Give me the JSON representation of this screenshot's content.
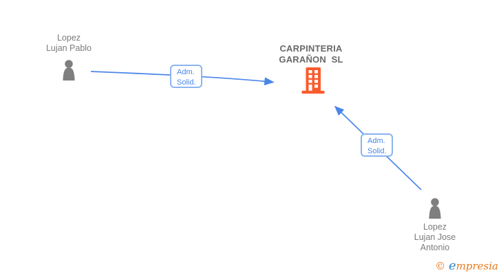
{
  "diagram": {
    "nodes": {
      "company": {
        "line1": "CARPINTERIA",
        "line2": "GARAÑON  SL",
        "icon": "building-icon"
      },
      "person1": {
        "line1": "Lopez",
        "line2": "Lujan Pablo",
        "icon": "person-icon"
      },
      "person2": {
        "line1": "Lopez",
        "line2": "Lujan Jose",
        "line3": "Antonio",
        "icon": "person-icon"
      }
    },
    "edges": {
      "edge1": {
        "label_line1": "Adm.",
        "label_line2": "Solid.",
        "from": "person1",
        "to": "company"
      },
      "edge2": {
        "label_line1": "Adm.",
        "label_line2": "Solid.",
        "from": "person2",
        "to": "company"
      }
    },
    "colors": {
      "edge_blue": "#4a86e8",
      "edge_label_border": "#8ab4f0",
      "edge_label_text": "#4a86e8",
      "person_icon_gray": "#7f7f7f",
      "person_text_gray": "#7b7b7b",
      "company_text_gray": "#696969",
      "building_orange": "#f95b2d",
      "watermark_orange": "#e87a1e",
      "watermark_blue": "#2e86c8"
    },
    "watermark": {
      "copyright": "©",
      "brand_initial": "e",
      "brand_rest": "mpresia"
    }
  }
}
